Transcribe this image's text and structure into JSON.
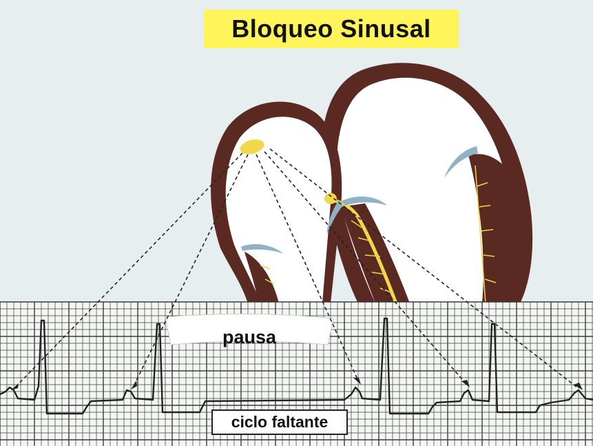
{
  "title": "Bloqueo Sinusal",
  "labels": {
    "pause": "pausa",
    "missing_cycle": "ciclo faltante"
  },
  "colors": {
    "background": "#e6eef0",
    "title_highlight": "#fff45a",
    "myocardium": "#5a2a22",
    "conduction": "#f0d84a",
    "valve": "#8fb2c4",
    "ecg_grid": "#3a3a3a",
    "ecg_trace": "#222222"
  }
}
